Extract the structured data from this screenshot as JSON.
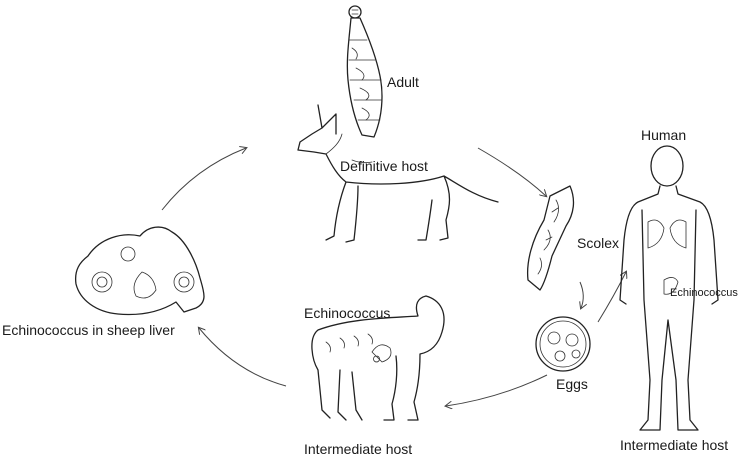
{
  "labels": {
    "adult": "Adult",
    "definitive_host": "Definitive host",
    "human": "Human",
    "scolex": "Scolex",
    "echinococcus_human": "Echinococcus",
    "echinococcus_sheep": "Echinococcus",
    "eggs": "Eggs",
    "sheep_liver": "Echinococcus in sheep liver",
    "intermediate_host_sheep": "Intermediate host",
    "intermediate_host_human": "Intermediate host"
  },
  "icons": [
    "adult-worm-icon",
    "dog-icon",
    "scolex-icon",
    "human-figure-icon",
    "egg-icon",
    "sheep-icon",
    "sheep-liver-icon"
  ]
}
